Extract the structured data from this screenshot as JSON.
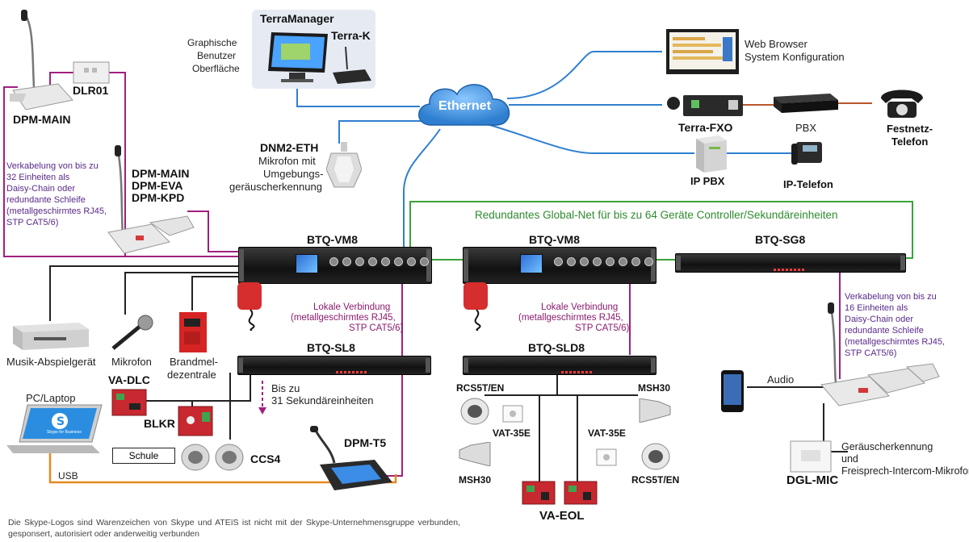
{
  "labels": {
    "terramanager": "TerraManager",
    "terra_k": "Terra-K",
    "gui": [
      "Graphische",
      "Benutzer",
      "Oberfläche"
    ],
    "ethernet": "Ethernet",
    "web_browser": [
      "Web Browser",
      "System Konfiguration"
    ],
    "terra_fxo": "Terra-FXO",
    "pbx": "PBX",
    "festnetz": [
      "Festnetz-",
      "Telefon"
    ],
    "ip_pbx": "IP PBX",
    "ip_telefon": "IP-Telefon",
    "dlr01": "DLR01",
    "dpm_main_top": "DPM-MAIN",
    "dpm_group": [
      "DPM-MAIN",
      "DPM-EVA",
      "DPM-KPD"
    ],
    "verkabelung_left": [
      "Verkabelung von bis zu",
      "32 Einheiten als",
      "Daisy-Chain oder",
      "redundante Schleife",
      "(metallgeschirmtes RJ45,",
      "STP CAT5/6)"
    ],
    "dnm2": "DNM2-ETH",
    "dnm2_desc": [
      "Mikrofon mit",
      "Umgebungs-",
      "geräuscherkennung"
    ],
    "global_net": "Redundantes Global-Net für bis zu 64 Geräte  Controller/Sekundäreinheiten",
    "btq_vm8_1": "BTQ-VM8",
    "btq_vm8_2": "BTQ-VM8",
    "btq_sg8": "BTQ-SG8",
    "lokale_1": [
      "Lokale Verbindung",
      "(metallgeschirmtes RJ45,",
      "STP CAT5/6)"
    ],
    "lokale_2": [
      "Lokale Verbindung",
      "(metallgeschirmtes RJ45,",
      "STP CAT5/6)"
    ],
    "verkabelung_right": [
      "Verkabelung von bis zu",
      "16 Einheiten als",
      "Daisy-Chain oder",
      "redundante Schleife",
      "(metallgeschirmtes RJ45,",
      "STP CAT5/6)"
    ],
    "btq_sl8": "BTQ-SL8",
    "btq_sld8": "BTQ-SLD8",
    "musik": "Musik-Abspielgerät",
    "mikrofon": "Mikrofon",
    "brandmel": [
      "Brandmel-",
      "dezentrale"
    ],
    "bis_zu": [
      "Bis zu",
      "31 Sekundäreinheiten"
    ],
    "va_dlc": "VA-DLC",
    "pc_laptop": "PC/Laptop",
    "blkr": "BLKR",
    "schule": "Schule",
    "ccs4": "CCS4",
    "usb": "USB",
    "dpm_t5": "DPM-T5",
    "rcs5t_left": "RCS5T/EN",
    "msh30_left": "MSH30",
    "vat35e_left": "VAT-35E",
    "msh30_right": "MSH30",
    "vat35e_right": "VAT-35E",
    "rcs5t_right": "RCS5T/EN",
    "va_eol": "VA-EOL",
    "audio": "Audio",
    "dgl_mic": "DGL-MIC",
    "dgl_desc": [
      "Geräuscherkennung",
      "und",
      "Freisprech-Intercom-Mikrofon"
    ],
    "skype_logo": "Skype for Business",
    "footer": "Die Skype-Logos sind Warenzeichen von Skype und ATEïS ist nicht mit der Skype-Unternehmensgruppe verbunden, gesponsert, autorisiert oder anderweitig verbunden"
  },
  "colors": {
    "ethernet": "#2f7fd0",
    "global_net": "#3aa33a",
    "local": "#a0207e",
    "usb": "#e58a1f",
    "audio": "#222222",
    "cloud_fill": "#5aa6ea"
  }
}
